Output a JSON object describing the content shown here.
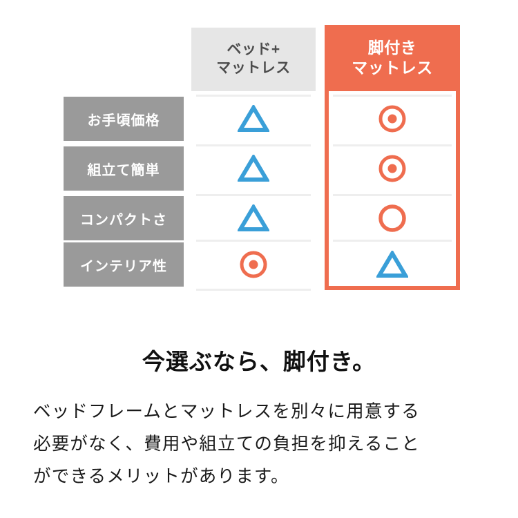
{
  "table": {
    "columns": [
      {
        "id": "bed-plus-mattress",
        "line1": "ベッド+",
        "line2": "マットレス",
        "header_bg": "#e6e6e6",
        "header_text_color": "#4d4d4d",
        "highlighted": false
      },
      {
        "id": "legged-mattress",
        "line1": "脚付き",
        "line2": "マットレス",
        "header_bg": "#ef6d4f",
        "header_text_color": "#ffffff",
        "highlighted": true
      }
    ],
    "row_label_bg": "#9a9a9a",
    "row_label_color": "#ffffff",
    "rows": [
      {
        "label": "お手頃価格",
        "bed_plus_mattress": {
          "mark": "triangle-mark",
          "rating": "fair"
        },
        "legged_mattress": {
          "mark": "double-circle-mark",
          "rating": "excellent"
        }
      },
      {
        "label": "組立て簡単",
        "bed_plus_mattress": {
          "mark": "triangle-mark",
          "rating": "fair"
        },
        "legged_mattress": {
          "mark": "double-circle-mark",
          "rating": "excellent"
        }
      },
      {
        "label": "コンパクトさ",
        "bed_plus_mattress": {
          "mark": "triangle-mark",
          "rating": "fair"
        },
        "legged_mattress": {
          "mark": "circle-mark",
          "rating": "good"
        }
      },
      {
        "label": "インテリア性",
        "bed_plus_mattress": {
          "mark": "double-circle-mark",
          "rating": "excellent"
        },
        "legged_mattress": {
          "mark": "triangle-mark",
          "rating": "fair"
        }
      }
    ],
    "mark_colors": {
      "triangle": "#3a9fd8",
      "circle": "#ef6d4f",
      "double_circle": "#ef6d4f"
    }
  },
  "copy": {
    "headline": "今選ぶなら、脚付き。",
    "paragraph_lines": [
      "ベッドフレームとマットレスを別々に用意する",
      "必要がなく、費用や組立ての負担を抑えること",
      "ができるメリットがあります。"
    ]
  }
}
